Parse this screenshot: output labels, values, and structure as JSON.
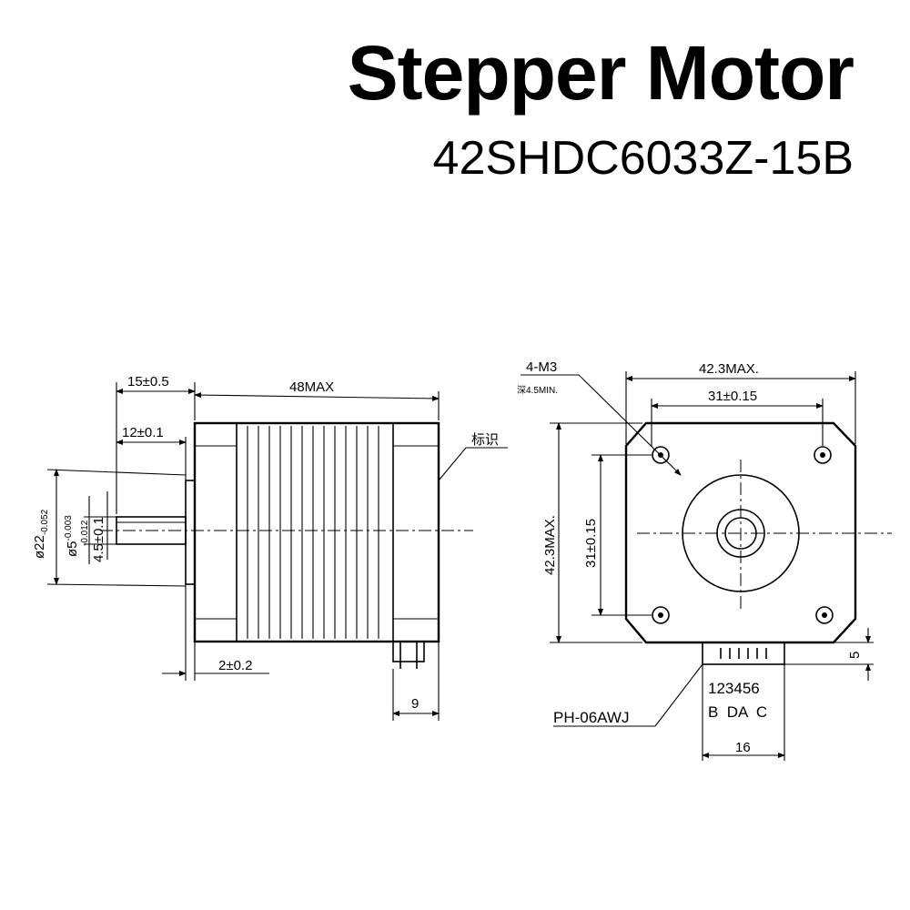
{
  "header": {
    "title": "Stepper Motor",
    "model": "42SHDC6033Z-15B"
  },
  "side_view": {
    "shaft_length": "15±0.5",
    "body_length": "48MAX",
    "flat_length": "12±0.1",
    "mark_label": "标识",
    "boss_diameter_main": "ø22",
    "boss_diameter_tol": "-0.052",
    "shaft_diameter_main": "ø5",
    "shaft_diameter_tol_upper": "-0.003",
    "shaft_diameter_tol_lower": "-0.012",
    "flat_depth": "4.5±0.1",
    "boss_height": "2±0.2",
    "connector_offset": "9"
  },
  "front_view": {
    "thread_spec": "4-M3",
    "thread_depth": "深4.5MIN.",
    "width_max": "42.3MAX.",
    "hole_spacing_h": "31±0.15",
    "height_max": "42.3MAX.",
    "hole_spacing_v": "31±0.15",
    "connector_height": "5",
    "pin_numbers": "123456",
    "pin_phases": "B  DA  C",
    "connector_type": "PH-06AWJ",
    "connector_width": "16"
  }
}
